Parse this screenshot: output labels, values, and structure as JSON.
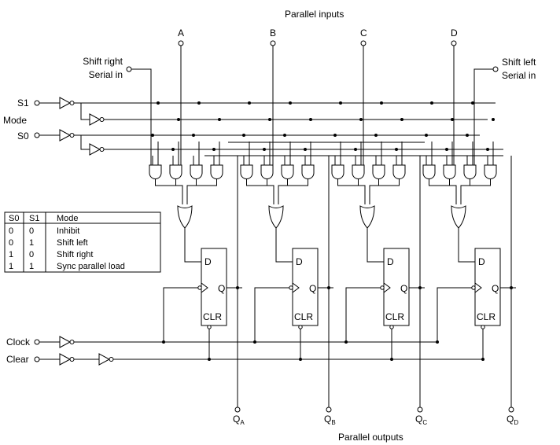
{
  "title": "Parallel inputs",
  "footer": "Parallel outputs",
  "inputs": [
    "A",
    "B",
    "C",
    "D"
  ],
  "serial_right": [
    "Shift right",
    "Serial in"
  ],
  "serial_left": [
    "Shift left",
    "Serial in"
  ],
  "mode_label": "Mode",
  "signals": {
    "s1": "S1",
    "s0": "S0",
    "clock": "Clock",
    "clear": "Clear"
  },
  "flipflop": {
    "d": "D",
    "q": "Q",
    "clr": "CLR"
  },
  "outputs": [
    {
      "base": "Q",
      "sub": "A"
    },
    {
      "base": "Q",
      "sub": "B"
    },
    {
      "base": "Q",
      "sub": "C"
    },
    {
      "base": "Q",
      "sub": "D"
    }
  ],
  "mode_table": {
    "headers": [
      "S0",
      "S1",
      "Mode"
    ],
    "rows": [
      [
        "0",
        "0",
        "Inhibit"
      ],
      [
        "0",
        "1",
        "Shift left"
      ],
      [
        "1",
        "0",
        "Shift right"
      ],
      [
        "1",
        "1",
        "Sync parallel load"
      ]
    ]
  }
}
